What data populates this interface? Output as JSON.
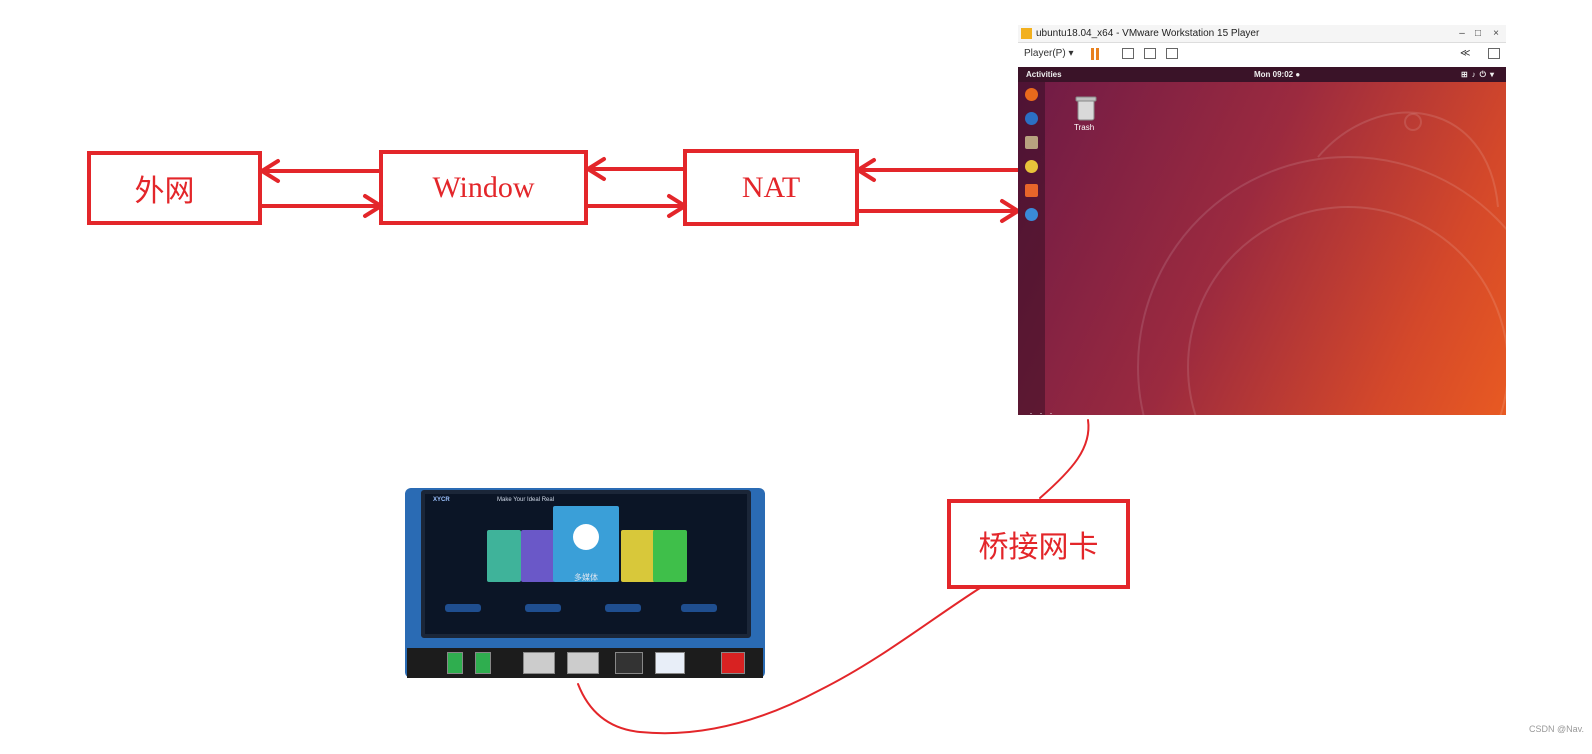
{
  "nodes": {
    "internet": "外网",
    "windows": "Window",
    "nat": "NAT",
    "bridge": "桥接网卡"
  },
  "vm_window": {
    "title": "ubuntu18.04_x64 - VMware Workstation 15 Player",
    "player_menu": "Player(P) ▾",
    "activities": "Activities",
    "clock": "Mon 09:02 ●",
    "trash_label": "Trash"
  },
  "board": {
    "brand": "XYCR",
    "tagline": "Make Your Ideal Real",
    "center_tile_label": "多媒体"
  },
  "watermark": "CSDN @Nav.",
  "colors": {
    "annotation_red": "#e3262a",
    "ubuntu_orange": "#e85a22",
    "ubuntu_aubergine": "#6d1a46"
  }
}
